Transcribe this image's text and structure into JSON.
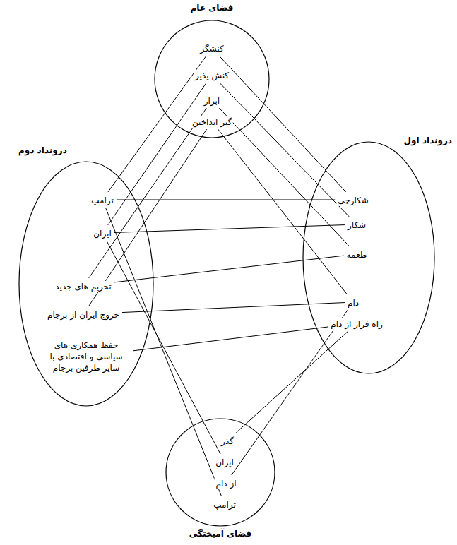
{
  "diagram": {
    "nodes": [
      {
        "text": [
          "فضای عام"
        ]
      },
      {
        "text": [
          "کنشگر"
        ],
        "in": 0
      },
      {
        "text": [
          "کنش پذیر"
        ],
        "in": 0
      },
      {
        "text": [
          "ابزار"
        ],
        "in": 0
      },
      {
        "text": [
          "گیر انداختن"
        ],
        "in": 0
      },
      {
        "text": [
          "درونداد دوم"
        ]
      },
      {
        "text": [
          "ترامپ"
        ],
        "in": 5
      },
      {
        "text": [
          "ایران"
        ],
        "in": 5
      },
      {
        "text": [
          "تحریم های جدید"
        ],
        "in": 5
      },
      {
        "text": [
          "خروج ایران از برجام"
        ],
        "in": 5
      },
      {
        "text": [
          "حفظ همکاری های سیاسی و اقتصادی با سایر طرفین برجام"
        ],
        "in": 5
      },
      {
        "text": [
          "درونداد اول"
        ]
      },
      {
        "text": [
          "شکارچی"
        ],
        "in": 11
      },
      {
        "text": [
          "شکار"
        ],
        "in": 11
      },
      {
        "text": [
          "طعمه"
        ],
        "in": 11
      },
      {
        "text": [
          "دام"
        ],
        "in": 11
      },
      {
        "text": [
          "راه فرار از دام"
        ],
        "in": 11
      },
      {
        "text": [
          "فضای آمیختگی"
        ]
      },
      {
        "text": [
          "گذر"
        ],
        "in": 17
      },
      {
        "text": [
          "ایران"
        ],
        "in": 17
      },
      {
        "text": [
          "از دام"
        ],
        "in": 17
      },
      {
        "text": [
          "ترامپ"
        ],
        "in": 17
      }
    ],
    "edges": [
      {
        "from": 1,
        "to": 6,
        "arrow": "none"
      },
      {
        "from": 1,
        "to": 12,
        "arrow": "none"
      },
      {
        "from": 2,
        "to": 7,
        "arrow": "none"
      },
      {
        "from": 2,
        "to": 13,
        "arrow": "none"
      },
      {
        "from": 3,
        "to": 8,
        "arrow": "none"
      },
      {
        "from": 3,
        "to": 14,
        "arrow": "none"
      },
      {
        "from": 4,
        "to": 9,
        "arrow": "none"
      },
      {
        "from": 4,
        "to": 15,
        "arrow": "none"
      },
      {
        "from": 6,
        "to": 12,
        "arrow": "none"
      },
      {
        "from": 7,
        "to": 13,
        "arrow": "none"
      },
      {
        "from": 8,
        "to": 14,
        "arrow": "none"
      },
      {
        "from": 9,
        "to": 15,
        "arrow": "none"
      },
      {
        "from": 10,
        "to": 16,
        "arrow": "none"
      },
      {
        "from": 6,
        "to": 21,
        "arrow": "none"
      },
      {
        "from": 7,
        "to": 19,
        "arrow": "none"
      },
      {
        "from": 16,
        "to": 18,
        "arrow": "none"
      },
      {
        "from": 15,
        "to": 20,
        "arrow": "none"
      }
    ]
  }
}
